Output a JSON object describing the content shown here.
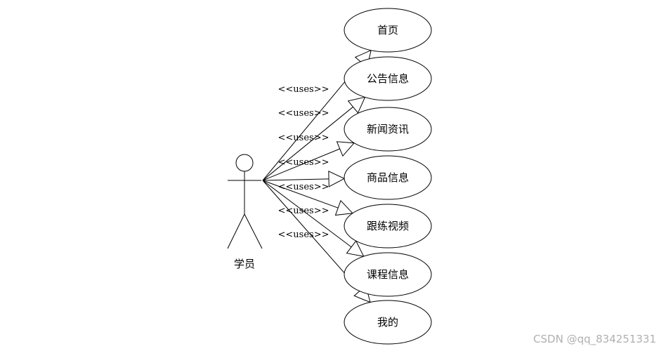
{
  "actor": {
    "label": "学员"
  },
  "relationship_label": "<<uses>>",
  "use_cases": [
    {
      "label": "首页"
    },
    {
      "label": "公告信息"
    },
    {
      "label": "新闻资讯"
    },
    {
      "label": "商品信息"
    },
    {
      "label": "跟练视频"
    },
    {
      "label": "课程信息"
    },
    {
      "label": "我的"
    }
  ],
  "watermark": "CSDN @qq_834251331",
  "colors": {
    "line": "#000000",
    "background": "#ffffff",
    "watermark": "#b0b0b0"
  }
}
